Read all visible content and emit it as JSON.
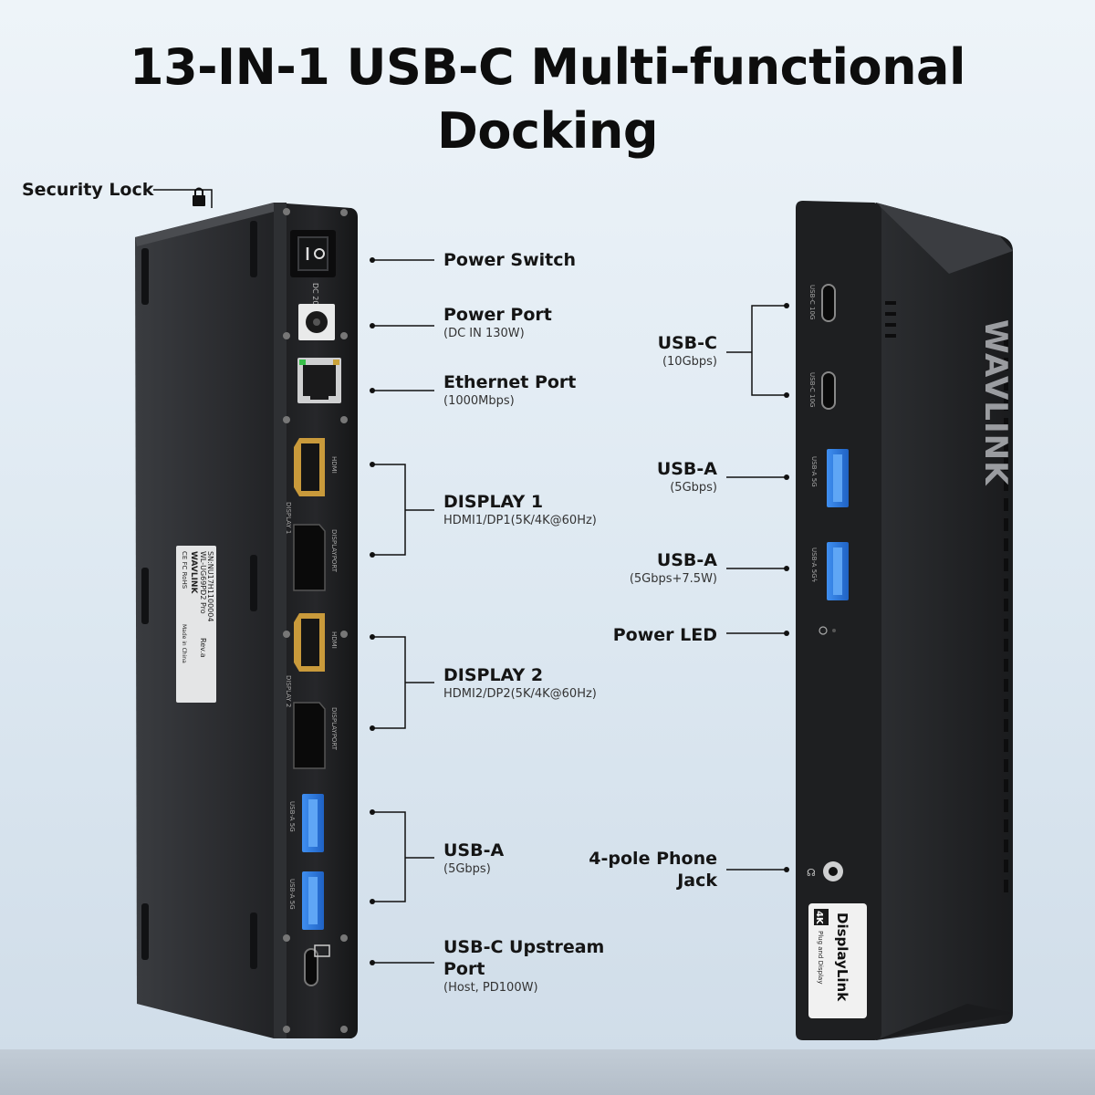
{
  "title": {
    "line1": "13-IN-1 USB-C Multi-functional",
    "line2": "Docking"
  },
  "left_labels": {
    "security_lock": "Security Lock",
    "power_switch": "Power Switch",
    "power_port": {
      "main": "Power Port",
      "sub": "(DC IN 130W)"
    },
    "ethernet": {
      "main": "Ethernet Port",
      "sub": "(1000Mbps)"
    },
    "display1": {
      "main": "DISPLAY 1",
      "sub": "HDMI1/DP1(5K/4K@60Hz)"
    },
    "display2": {
      "main": "DISPLAY 2",
      "sub": "HDMI2/DP2(5K/4K@60Hz)"
    },
    "usba": {
      "main": "USB-A",
      "sub": "(5Gbps)"
    },
    "upstream": {
      "main1": "USB-C Upstream",
      "main2": "Port",
      "sub": "(Host, PD100W)"
    }
  },
  "right_labels": {
    "usbc": {
      "main": "USB-C",
      "sub": "(10Gbps)"
    },
    "usba1": {
      "main": "USB-A",
      "sub": "(5Gbps)"
    },
    "usba2": {
      "main": "USB-A",
      "sub": "(5Gbps+7.5W)"
    },
    "power_led": "Power LED",
    "phone_jack": {
      "main1": "4-pole Phone",
      "main2": "Jack"
    }
  },
  "device_printing": {
    "brand": "WAVLINK",
    "dc_label": "DC 20V",
    "hdmi": "HDMI",
    "displayport": "DISPLAYPORT",
    "display1": "DISPLAY 1",
    "display2": "DISPLAY 2",
    "usba_5g": "USB-A 5G",
    "usbc_10g": "USB-C 10G",
    "usba_5g_power": "USB-A 5Gϟ",
    "displaylink": "DisplayLink",
    "badge_4k": "4K",
    "plug_and_display": "Plug and Display",
    "label_brand": "WAVLINK",
    "label_model": "WL-UG69PD2 Pro",
    "label_rev": "Rev.a",
    "label_sn": "SN:NU17H1100004",
    "label_marks": "CE FC RoHS",
    "label_fine": "Made in China"
  },
  "colors": {
    "device_body": "#2b2d30",
    "device_face": "#1b1c1e",
    "usb_blue": "#2f7fe0",
    "hdmi_gold": "#c99a3b",
    "led_green": "#39c04a",
    "leader_line": "#111111"
  }
}
